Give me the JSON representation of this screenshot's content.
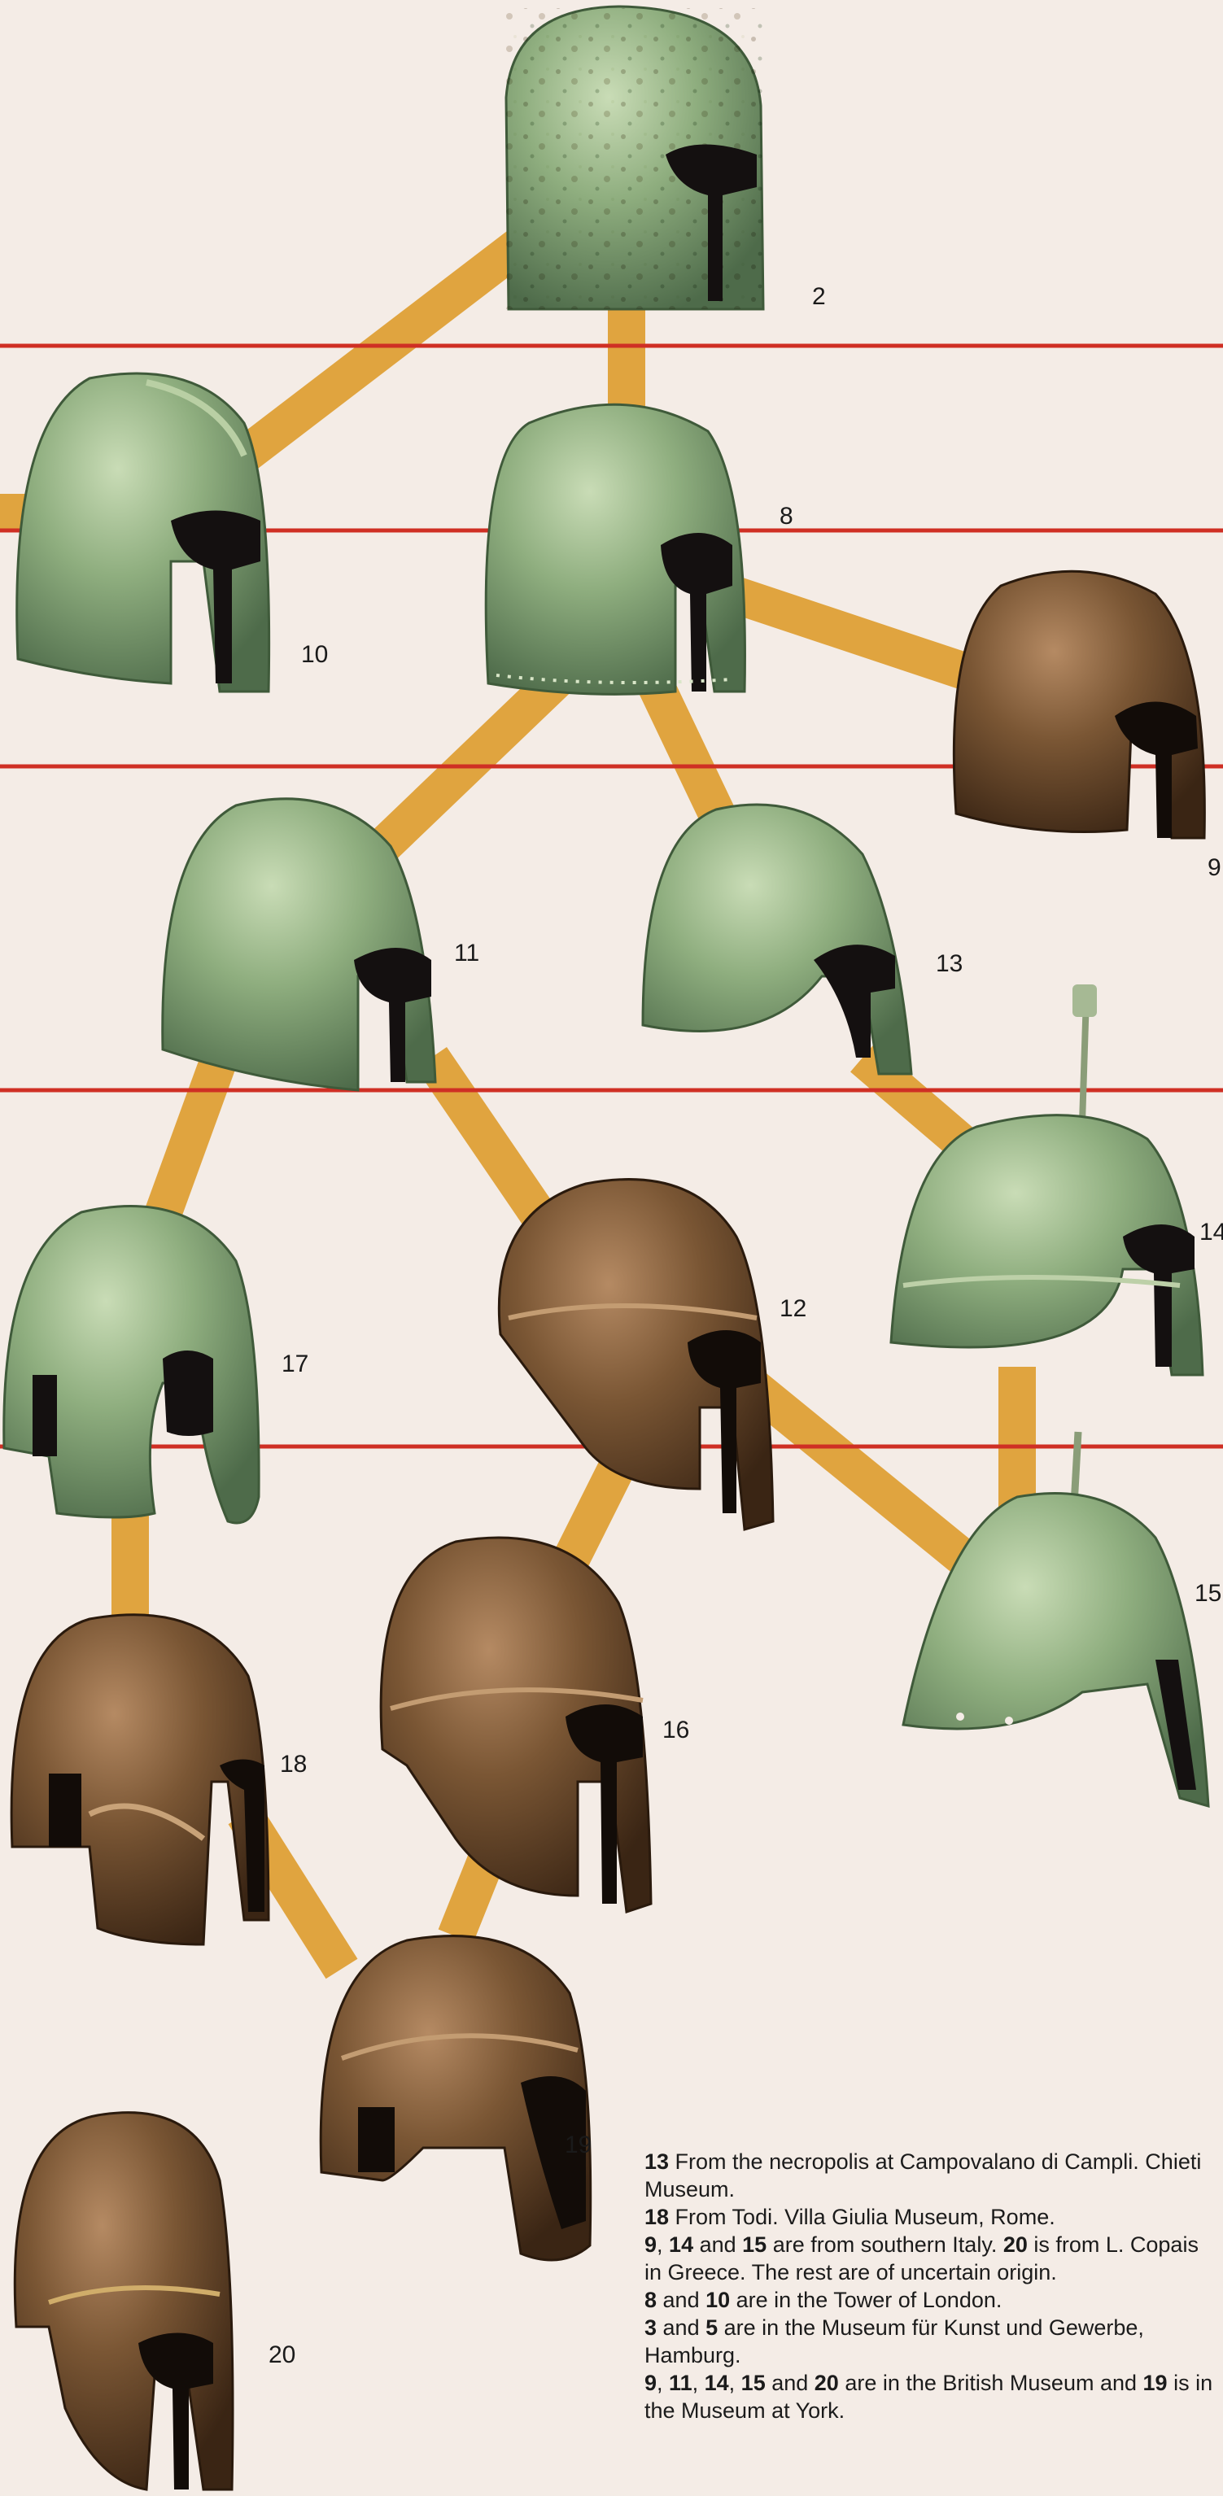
{
  "colors": {
    "background": "#f4ece6",
    "connector": "#e0a43f",
    "rule": "#cf2f24",
    "bronze_green": "#8fae7f",
    "bronze_brown": "#6b4a2c"
  },
  "helmets": [
    {
      "id": "2",
      "label": "2",
      "patina": "green"
    },
    {
      "id": "10",
      "label": "10",
      "patina": "green"
    },
    {
      "id": "8",
      "label": "8",
      "patina": "green"
    },
    {
      "id": "9",
      "label": "9",
      "patina": "brown"
    },
    {
      "id": "11",
      "label": "11",
      "patina": "green"
    },
    {
      "id": "13",
      "label": "13",
      "patina": "green"
    },
    {
      "id": "14",
      "label": "14",
      "patina": "green"
    },
    {
      "id": "17",
      "label": "17",
      "patina": "green"
    },
    {
      "id": "12",
      "label": "12",
      "patina": "brown"
    },
    {
      "id": "15",
      "label": "15",
      "patina": "green"
    },
    {
      "id": "18",
      "label": "18",
      "patina": "brown"
    },
    {
      "id": "16",
      "label": "16",
      "patina": "brown"
    },
    {
      "id": "19",
      "label": "19",
      "patina": "brown"
    },
    {
      "id": "20",
      "label": "20",
      "patina": "brown"
    }
  ],
  "caption": [
    {
      "bold": "13",
      "text": " From the necropolis at Campovalano di Campli. Chieti Museum."
    },
    {
      "bold": "18",
      "text": " From Todi. Villa Giulia Museum, Rome."
    },
    {
      "bold": "9",
      "text": ", "
    },
    {
      "bold": "14",
      "text": " and "
    },
    {
      "bold": "15",
      "text": " are from southern Italy. "
    },
    {
      "bold": "20",
      "text": " is from L. Copais in Greece. The rest are of uncertain origin."
    },
    {
      "bold": "8",
      "text": " and "
    },
    {
      "bold": "10",
      "text": " are in the Tower of London."
    },
    {
      "bold": "3",
      "text": " and "
    },
    {
      "bold": "5",
      "text": " are in the Museum für Kunst und Gewerbe, Hamburg."
    },
    {
      "bold": "9",
      "text": ", "
    },
    {
      "bold": "11",
      "text": ", "
    },
    {
      "bold": "14",
      "text": ", "
    },
    {
      "bold": "15",
      "text": " and "
    },
    {
      "bold": "20",
      "text": " are in the British Museum and "
    },
    {
      "bold": "19",
      "text": " is in the Museum at York."
    }
  ]
}
